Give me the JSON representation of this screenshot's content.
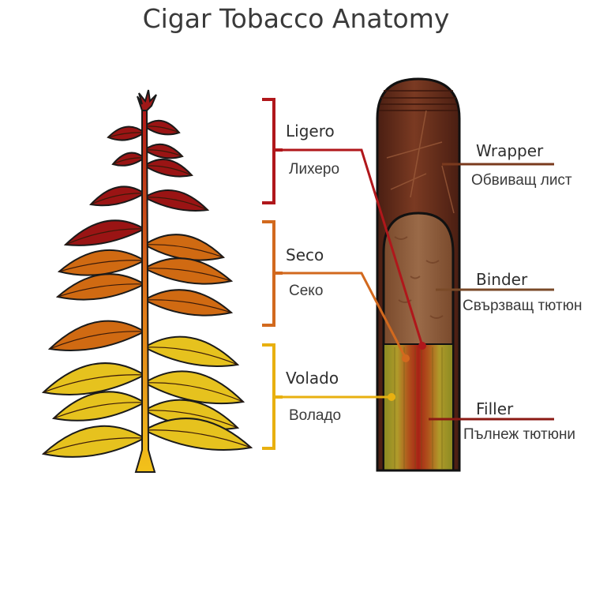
{
  "title": "Cigar Tobacco Anatomy",
  "plant_levels": [
    {
      "name": "Ligero",
      "name_bg": "Лихеро",
      "color": "#b0171b"
    },
    {
      "name": "Seco",
      "name_bg": "Секо",
      "color": "#d2691e"
    },
    {
      "name": "Volado",
      "name_bg": "Воладо",
      "color": "#e8b010"
    }
  ],
  "cigar_parts": [
    {
      "name": "Wrapper",
      "name_bg": "Обвиващ лист",
      "color": "#7a3a1e"
    },
    {
      "name": "Binder",
      "name_bg": "Свързващ тютюн",
      "color": "#7a4a28"
    },
    {
      "name": "Filler",
      "name_bg": "Пълнеж тютюни",
      "color": "#8b1a14"
    }
  ],
  "colors": {
    "leaf_top": "#9a1414",
    "leaf_mid": "#d06a12",
    "leaf_low": "#e6c21e",
    "wrapper": "#6b3220",
    "binder": "#8a5a3a",
    "filler": "#9a8a2a"
  }
}
